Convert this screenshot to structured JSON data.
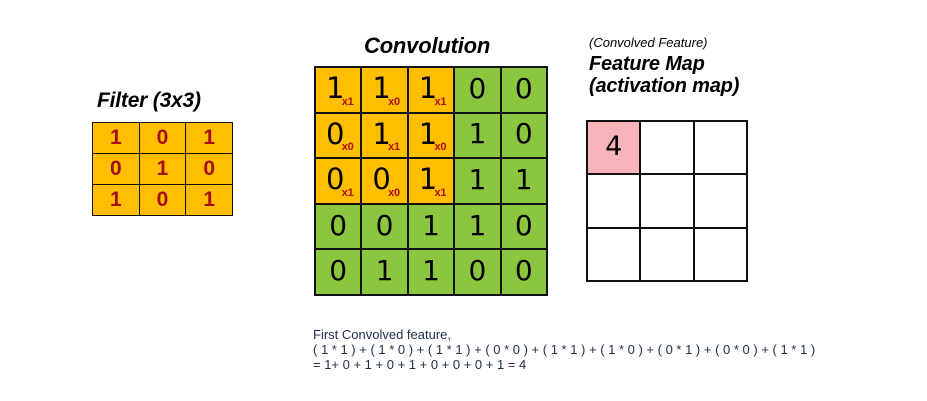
{
  "diagram": {
    "title": "Convolution operation producing a feature map"
  },
  "filter": {
    "title": "Filter (3x3)",
    "rows": [
      [
        "1",
        "0",
        "1"
      ],
      [
        "0",
        "1",
        "0"
      ],
      [
        "1",
        "0",
        "1"
      ]
    ],
    "cell_color": "#FFBF00",
    "text_color": "#A51010"
  },
  "convolution": {
    "title": "Convolution",
    "rows": [
      [
        "1",
        "1",
        "1",
        "0",
        "0"
      ],
      [
        "0",
        "1",
        "1",
        "1",
        "0"
      ],
      [
        "0",
        "0",
        "1",
        "1",
        "1"
      ],
      [
        "0",
        "0",
        "1",
        "1",
        "0"
      ],
      [
        "0",
        "1",
        "1",
        "0",
        "0"
      ]
    ],
    "overlap_subscripts": [
      [
        "x1",
        "x0",
        "x1"
      ],
      [
        "x0",
        "x1",
        "x0"
      ],
      [
        "x1",
        "x0",
        "x1"
      ]
    ],
    "overlap_color": "#FFBF00",
    "base_color": "#8CC63E",
    "subscript_color": "#B01010"
  },
  "feature_map": {
    "subtitle": "(Convolved Feature)",
    "title_line1": "Feature Map",
    "title_line2": "(activation map)",
    "rows": [
      [
        "4",
        "",
        ""
      ],
      [
        "",
        "",
        ""
      ],
      [
        "",
        "",
        ""
      ]
    ],
    "filled_color": "#F8B4BA",
    "empty_color": "#FFFFFF"
  },
  "calculation": {
    "line1": "First Convolved feature,",
    "line2": "( 1 * 1 ) + ( 1 * 0 ) + ( 1 * 1 ) + ( 0 * 0 ) + ( 1 * 1 ) + ( 1 * 0 ) + ( 0 * 1 ) + ( 0 * 0 ) + ( 1 * 1 )",
    "line3": "= 1+ 0 + 1 + 0 + 1 + 0 + 0 + 0 + 1 = 4",
    "text_color": "#1F2D46"
  }
}
